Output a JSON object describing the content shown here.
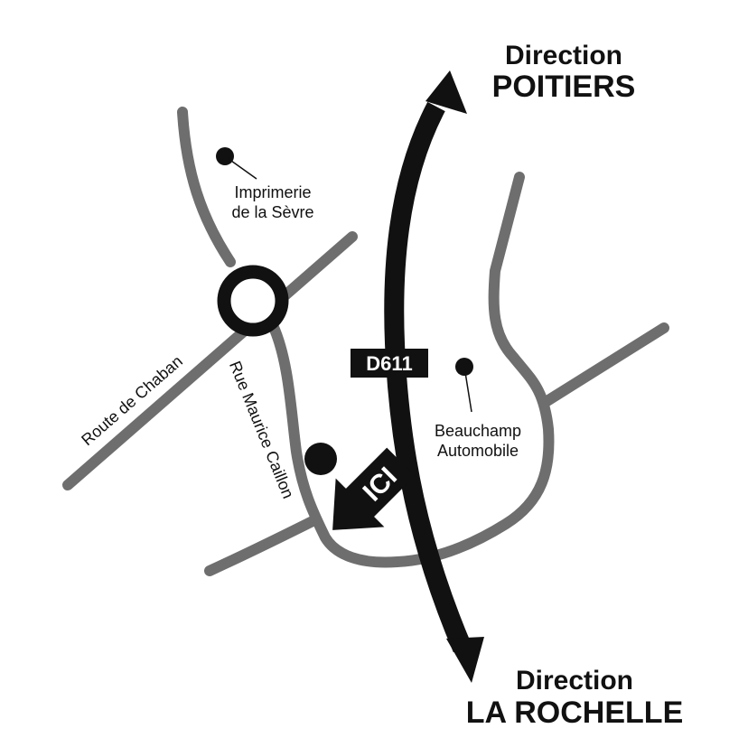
{
  "map": {
    "directions": {
      "north": {
        "line1": "Direction",
        "line2": "POITIERS"
      },
      "south": {
        "line1": "Direction",
        "line2": "LA ROCHELLE"
      }
    },
    "highway_label": "D611",
    "roads": {
      "route_de_chaban": "Route de Chaban",
      "rue_maurice_caillon": "Rue Maurice Caillon"
    },
    "places": {
      "imprimerie": {
        "line1": "Imprimerie",
        "line2": "de la Sèvre"
      },
      "beauchamp": {
        "line1": "Beauchamp",
        "line2": "Automobile"
      }
    },
    "here_label": "ICI",
    "colors": {
      "road": "#6e6e6e",
      "highway": "#111111",
      "background": "#ffffff"
    }
  }
}
